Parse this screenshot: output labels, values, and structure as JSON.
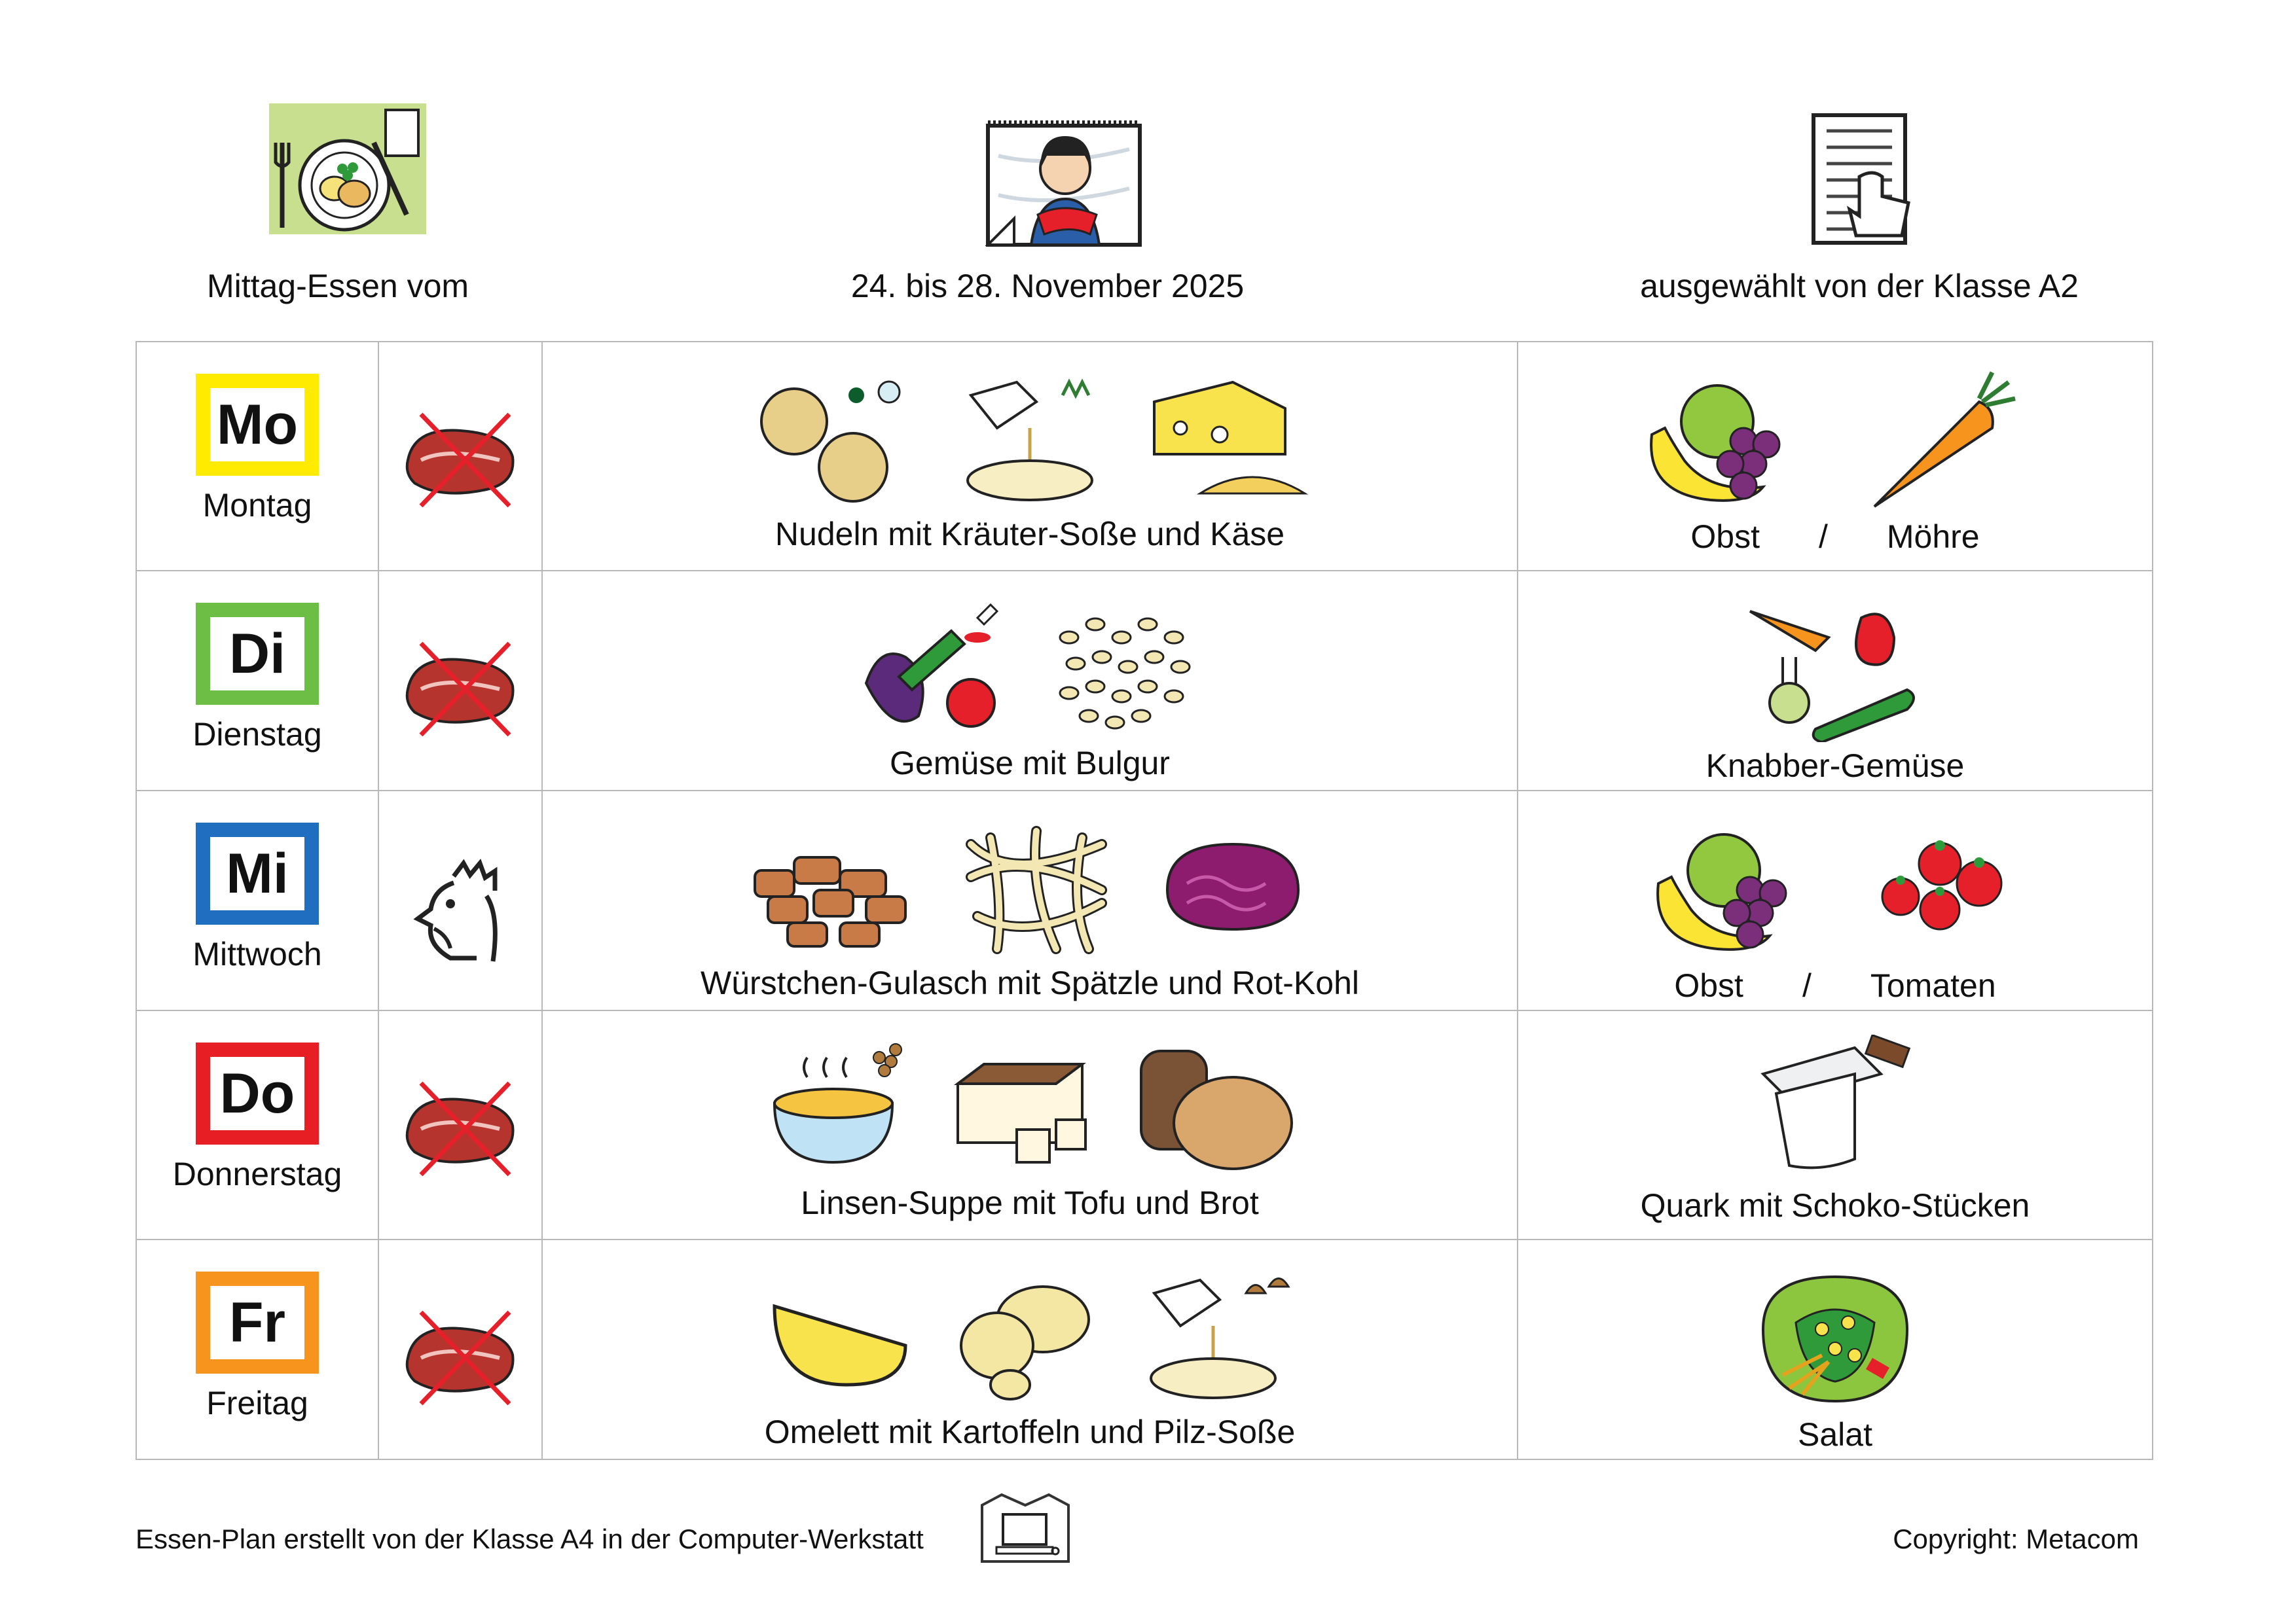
{
  "header": {
    "col1_label": "Mittag-Essen vom",
    "col2_label": "24. bis 28. November 2025",
    "col3_label": "ausgewählt von der Klasse A2",
    "icons": [
      "lunch-plate-icon",
      "calendar-girl-icon",
      "menu-selection-icon"
    ]
  },
  "days": [
    {
      "short": "Mo",
      "name": "Montag",
      "color": "#ffeb00",
      "protein_icon": "no-meat-icon",
      "meal": "Nudeln mit Kräuter-Soße und Käse",
      "side": [
        "Obst",
        "Möhre"
      ],
      "separator": "/"
    },
    {
      "short": "Di",
      "name": "Dienstag",
      "color": "#6dbe45",
      "protein_icon": "no-meat-icon",
      "meal": "Gemüse mit Bulgur",
      "side": [
        "Knabber-Gemüse"
      ]
    },
    {
      "short": "Mi",
      "name": "Mittwoch",
      "color": "#1f6ec0",
      "protein_icon": "chicken-icon",
      "meal": "Würstchen-Gulasch mit Spätzle und Rot-Kohl",
      "side": [
        "Obst",
        "Tomaten"
      ],
      "separator": "/"
    },
    {
      "short": "Do",
      "name": "Donnerstag",
      "color": "#e81e25",
      "protein_icon": "no-meat-icon",
      "meal": "Linsen-Suppe mit Tofu und Brot",
      "side": [
        "Quark mit Schoko-Stücken"
      ]
    },
    {
      "short": "Fr",
      "name": "Freitag",
      "color": "#f7941d",
      "protein_icon": "no-meat-icon",
      "meal": "Omelett mit Kartoffeln und Pilz-Soße",
      "side": [
        "Salat"
      ]
    }
  ],
  "footer": {
    "left": "Essen-Plan erstellt von der Klasse A4 in der Computer-Werkstatt",
    "right": "Copyright: Metacom"
  }
}
